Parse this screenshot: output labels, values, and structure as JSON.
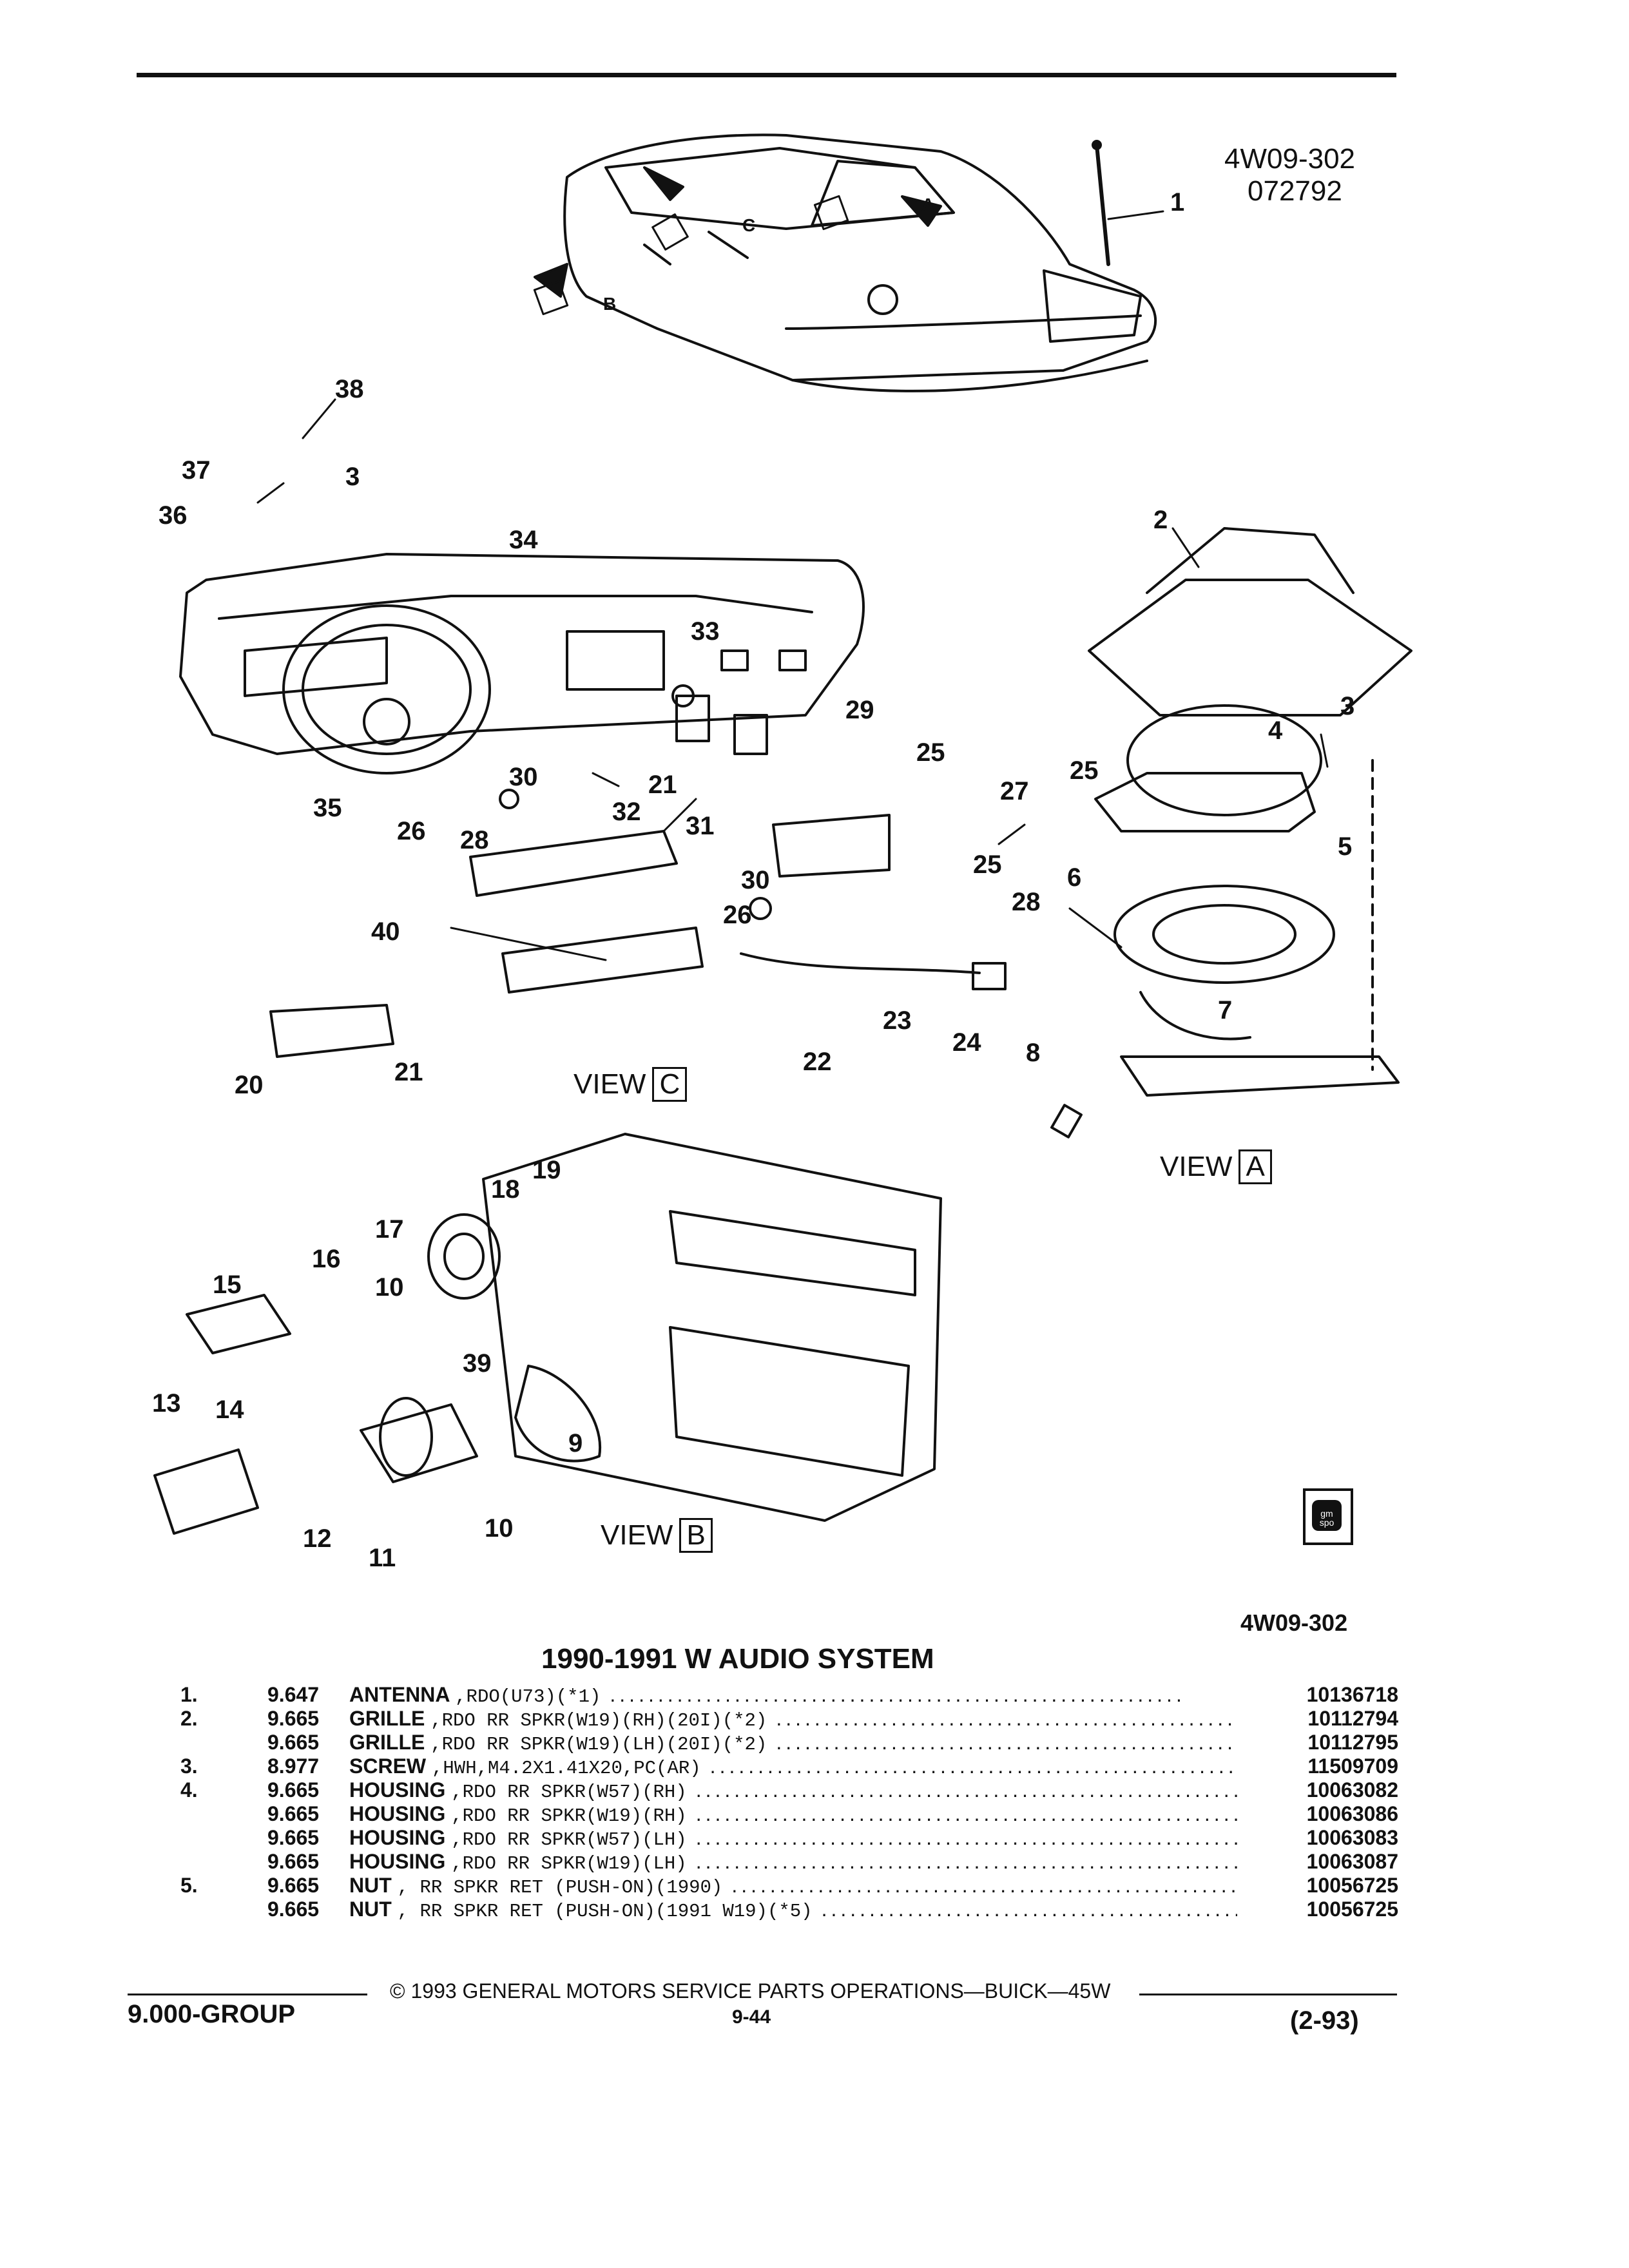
{
  "header": {
    "figure_code": "4W09-302",
    "figure_date": "072792"
  },
  "views": {
    "view_c": {
      "prefix": "VIEW",
      "letter": "C"
    },
    "view_a": {
      "prefix": "VIEW",
      "letter": "A"
    },
    "view_b": {
      "prefix": "VIEW",
      "letter": "B"
    }
  },
  "callouts": [
    "1",
    "2",
    "3",
    "4",
    "5",
    "6",
    "7",
    "8",
    "9",
    "10",
    "11",
    "12",
    "13",
    "14",
    "15",
    "16",
    "17",
    "18",
    "19",
    "20",
    "21",
    "22",
    "23",
    "24",
    "25",
    "26",
    "27",
    "28",
    "29",
    "30",
    "31",
    "32",
    "33",
    "34",
    "35",
    "36",
    "37",
    "38",
    "39",
    "40"
  ],
  "car_arrows": [
    "A",
    "B",
    "C"
  ],
  "figure_id_bottom": "4W09-302",
  "system_title": "1990-1991 W AUDIO SYSTEM",
  "parts": [
    {
      "num": "1.",
      "group": "9.647",
      "name": "ANTENNA",
      "spec": ",RDO(U73)(*1)",
      "part": "10136718"
    },
    {
      "num": "2.",
      "group": "9.665",
      "name": "GRILLE",
      "spec": ",RDO RR SPKR(W19)(RH)(20I)(*2)",
      "part": "10112794"
    },
    {
      "num": "",
      "group": "9.665",
      "name": "GRILLE",
      "spec": ",RDO RR SPKR(W19)(LH)(20I)(*2)",
      "part": "10112795"
    },
    {
      "num": "3.",
      "group": "8.977",
      "name": "SCREW",
      "spec": ",HWH,M4.2X1.41X20,PC(AR)",
      "part": "11509709"
    },
    {
      "num": "4.",
      "group": "9.665",
      "name": "HOUSING",
      "spec": ",RDO RR SPKR(W57)(RH)",
      "part": "10063082"
    },
    {
      "num": "",
      "group": "9.665",
      "name": "HOUSING",
      "spec": ",RDO RR SPKR(W19)(RH)",
      "part": "10063086"
    },
    {
      "num": "",
      "group": "9.665",
      "name": "HOUSING",
      "spec": ",RDO RR SPKR(W57)(LH)",
      "part": "10063083"
    },
    {
      "num": "",
      "group": "9.665",
      "name": "HOUSING",
      "spec": ",RDO RR SPKR(W19)(LH)",
      "part": "10063087"
    },
    {
      "num": "5.",
      "group": "9.665",
      "name": "NUT",
      "spec": ", RR SPKR RET (PUSH-ON)(1990)",
      "part": "10056725"
    },
    {
      "num": "",
      "group": "9.665",
      "name": "NUT",
      "spec": ", RR SPKR RET (PUSH-ON)(1991 W19)(*5)",
      "part": "10056725"
    }
  ],
  "footer": {
    "copyright": "© 1993 GENERAL MOTORS SERVICE PARTS OPERATIONS—BUICK—45W",
    "group": "9.000-GROUP",
    "page": "9-44",
    "date": "(2-93)"
  },
  "logo_text": "gm spo"
}
